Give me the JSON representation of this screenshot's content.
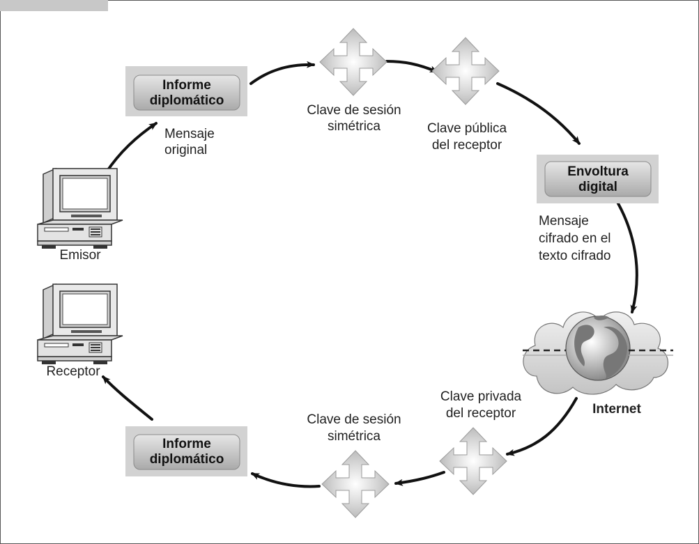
{
  "colors": {
    "border": "#555555",
    "tab": "#c8c8c8",
    "box_outer": "#d2d2d2",
    "box_inner": "#bdbdbd",
    "key": "#c9c9c9",
    "arrow": "#111111"
  },
  "boxes": {
    "top_report": [
      "Informe",
      "diplomático"
    ],
    "envelope": [
      "Envoltura",
      "digital"
    ],
    "bottom_report": [
      "Informe",
      "diplomático"
    ]
  },
  "labels": {
    "original_message": [
      "Mensaje",
      "original"
    ],
    "session_key_top": [
      "Clave de sesión",
      "simétrica"
    ],
    "receiver_public_key": [
      "Clave pública",
      "del receptor"
    ],
    "ciphered_message": [
      "Mensaje",
      "cifrado en el",
      "texto cifrado"
    ],
    "internet": "Internet",
    "receiver_private_key": [
      "Clave privada",
      "del receptor"
    ],
    "session_key_bottom": [
      "Clave de sesión",
      "simétrica"
    ],
    "sender": "Emisor",
    "receiver": "Receptor"
  },
  "icons": {
    "sender_computer": "desktop-computer-icon",
    "receiver_computer": "desktop-computer-icon",
    "keys": "four-way-arrow-key-icon",
    "internet": "globe-cloud-icon"
  }
}
